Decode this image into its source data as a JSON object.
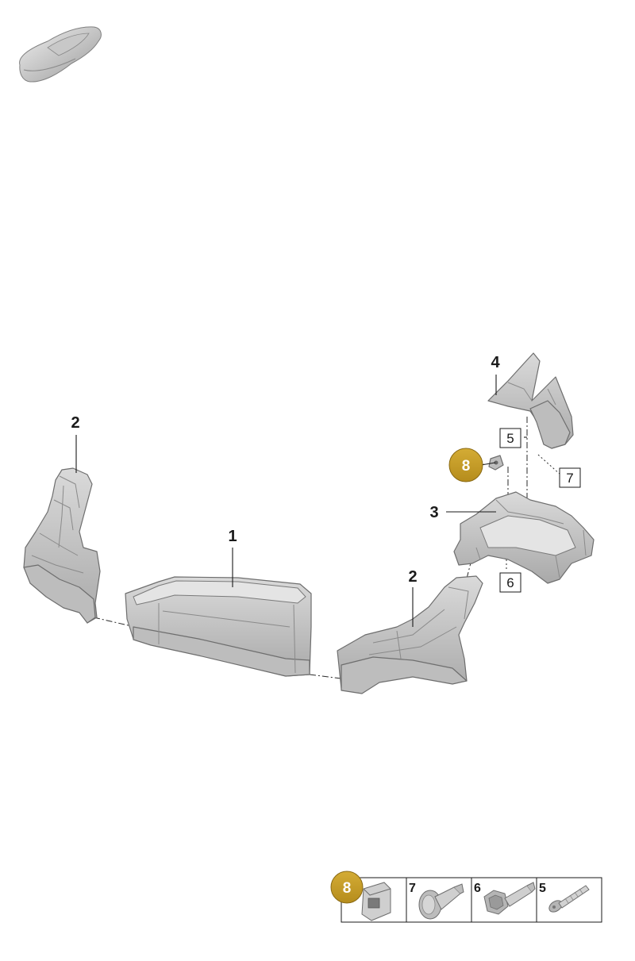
{
  "callouts": [
    {
      "id": "c1",
      "label": "1"
    },
    {
      "id": "c2a",
      "label": "2"
    },
    {
      "id": "c2b",
      "label": "2"
    },
    {
      "id": "c3",
      "label": "3"
    },
    {
      "id": "c4",
      "label": "4"
    }
  ],
  "boxed_callouts": [
    {
      "id": "b5",
      "label": "5"
    },
    {
      "id": "b6",
      "label": "6"
    },
    {
      "id": "b7",
      "label": "7"
    }
  ],
  "badge": {
    "label": "8",
    "color": "#c9a02a"
  },
  "hardware_strip": [
    {
      "label": "8",
      "icon": "clip-nut-icon",
      "highlight": true
    },
    {
      "label": "7",
      "icon": "push-rivet-icon"
    },
    {
      "label": "6",
      "icon": "hex-bolt-icon"
    },
    {
      "label": "5",
      "icon": "screw-icon"
    }
  ],
  "thumbnail": {
    "icon": "car-silhouette-icon"
  }
}
